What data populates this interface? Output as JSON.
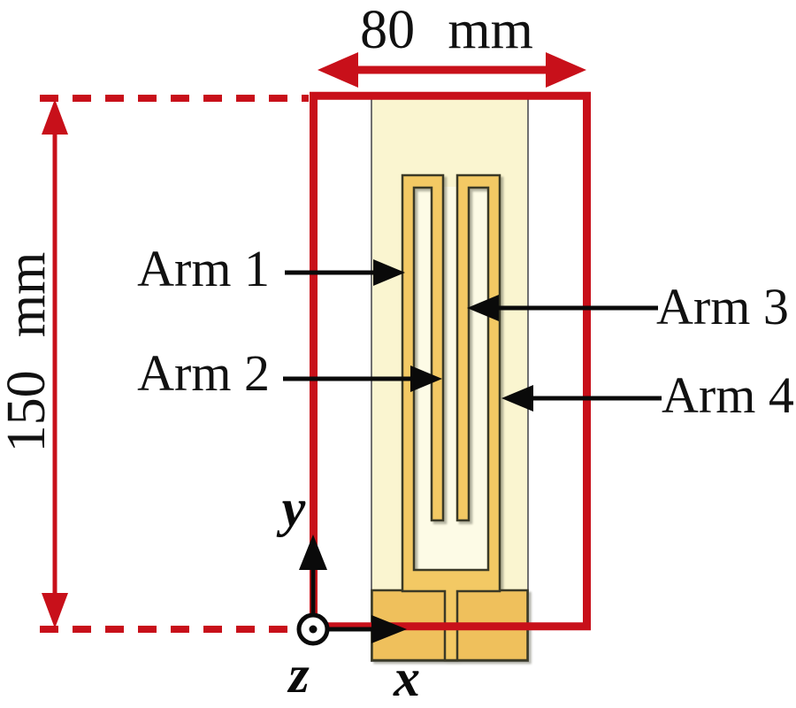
{
  "figure": {
    "type": "antenna-geometry-diagram",
    "dimensions": {
      "width_label": "80 mm",
      "height_label": "150 mm"
    },
    "arms": [
      {
        "label": "Arm 1"
      },
      {
        "label": "Arm 2"
      },
      {
        "label": "Arm 3"
      },
      {
        "label": "Arm 4"
      }
    ],
    "axes": {
      "x": "x",
      "y": "y",
      "z": "z"
    },
    "colors": {
      "dimension_red": "#C8101A",
      "trace_gold": "#F3C964",
      "feed_pad_gold": "#EFC05C",
      "substrate_cream": "#FAF5D0",
      "substrate_inner_cream": "#FDFBE6",
      "trace_outline": "#3B3A27",
      "substrate_border_gray": "#707070",
      "annotation_black": "#0A0A0A"
    }
  }
}
